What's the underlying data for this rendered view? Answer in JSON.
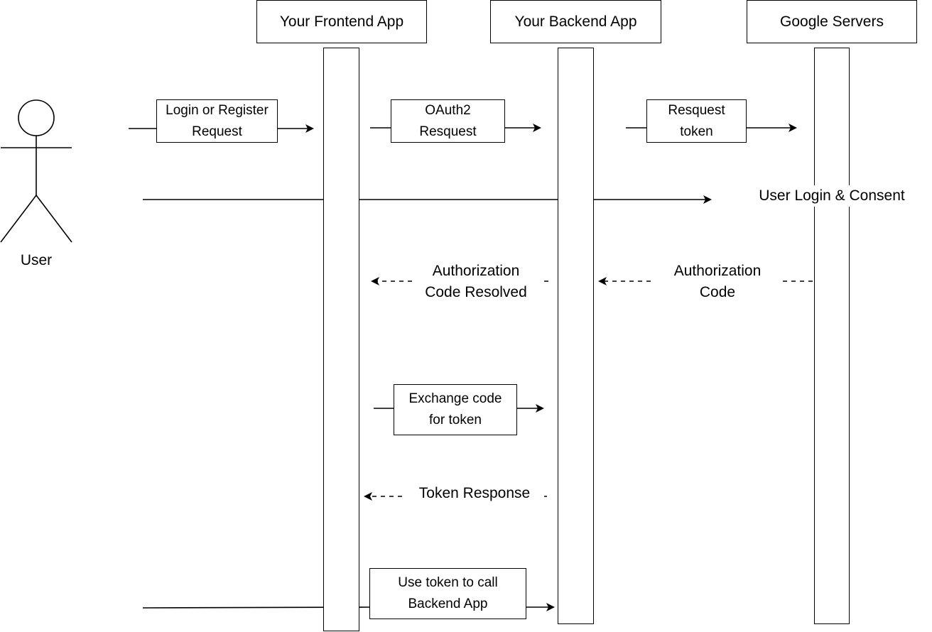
{
  "participants": [
    {
      "id": "frontend",
      "label": "Your Frontend App"
    },
    {
      "id": "backend",
      "label": "Your Backend App"
    },
    {
      "id": "google",
      "label": "Google Servers"
    }
  ],
  "actor": {
    "label": "User"
  },
  "messages": {
    "login_request": [
      "Login or Register",
      "Request"
    ],
    "oauth2_request": [
      "OAuth2",
      "Resquest"
    ],
    "request_token": [
      "Resquest",
      "token"
    ],
    "user_login_consent": "User Login & Consent",
    "auth_code": [
      "Authorization",
      "Code"
    ],
    "auth_code_resolved": [
      "Authorization",
      "Code Resolved"
    ],
    "exchange_code": [
      "Exchange code",
      "for token"
    ],
    "token_response": "Token Response",
    "use_token": [
      "Use token to call",
      "Backend App"
    ]
  }
}
